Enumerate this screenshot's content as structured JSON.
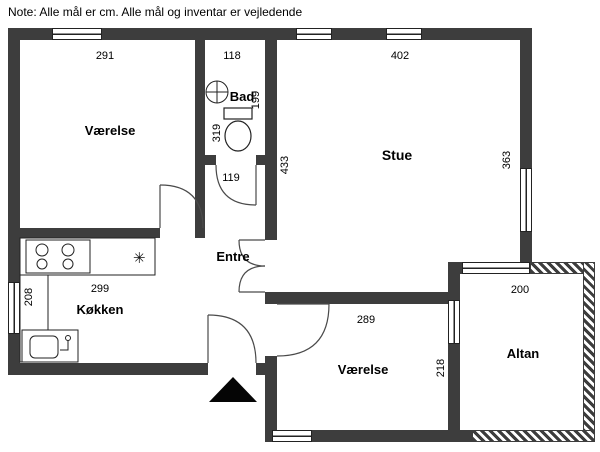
{
  "note": "Note: Alle mål er cm. Alle mål og inventar er vejledende",
  "colors": {
    "wall": "#3d3d3d"
  },
  "rooms": {
    "vaerelse1": {
      "label": "Værelse"
    },
    "bad": {
      "label": "Bad"
    },
    "stue": {
      "label": "Stue"
    },
    "entre": {
      "label": "Entre"
    },
    "kokken": {
      "label": "Køkken"
    },
    "vaerelse2": {
      "label": "Værelse"
    },
    "altan": {
      "label": "Altan"
    }
  },
  "dimensions_cm": {
    "vaerelse1_width": "291",
    "bad_width": "118",
    "stue_width": "402",
    "bad_depth": "199",
    "vaerelse1_wall": "319",
    "stue_left": "433",
    "stue_right": "363",
    "hall_width": "119",
    "kokken_width": "299",
    "kokken_depth": "208",
    "vaerelse2_width": "289",
    "vaerelse2_depth": "218",
    "altan_width": "200"
  },
  "fixtures": {
    "hood_symbol": "✳"
  }
}
